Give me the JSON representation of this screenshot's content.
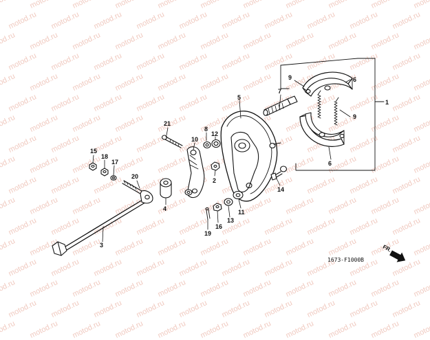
{
  "watermark": {
    "text": "motod.ru"
  },
  "callouts": [
    {
      "id": "1",
      "text": "1"
    },
    {
      "id": "2",
      "text": "2"
    },
    {
      "id": "3",
      "text": "3"
    },
    {
      "id": "4",
      "text": "4"
    },
    {
      "id": "5",
      "text": "5"
    },
    {
      "id": "6a",
      "text": "6"
    },
    {
      "id": "6b",
      "text": "6"
    },
    {
      "id": "7",
      "text": "7"
    },
    {
      "id": "8",
      "text": "8"
    },
    {
      "id": "9a",
      "text": "9"
    },
    {
      "id": "9b",
      "text": "9"
    },
    {
      "id": "10",
      "text": "10"
    },
    {
      "id": "11",
      "text": "11"
    },
    {
      "id": "12",
      "text": "12"
    },
    {
      "id": "13",
      "text": "13"
    },
    {
      "id": "14",
      "text": "14"
    },
    {
      "id": "15",
      "text": "15"
    },
    {
      "id": "16",
      "text": "16"
    },
    {
      "id": "17",
      "text": "17"
    },
    {
      "id": "18",
      "text": "18"
    },
    {
      "id": "19",
      "text": "19"
    },
    {
      "id": "20",
      "text": "20"
    },
    {
      "id": "21",
      "text": "21"
    }
  ],
  "diagram_code": "1673-F1000B",
  "direction_label": "FR."
}
